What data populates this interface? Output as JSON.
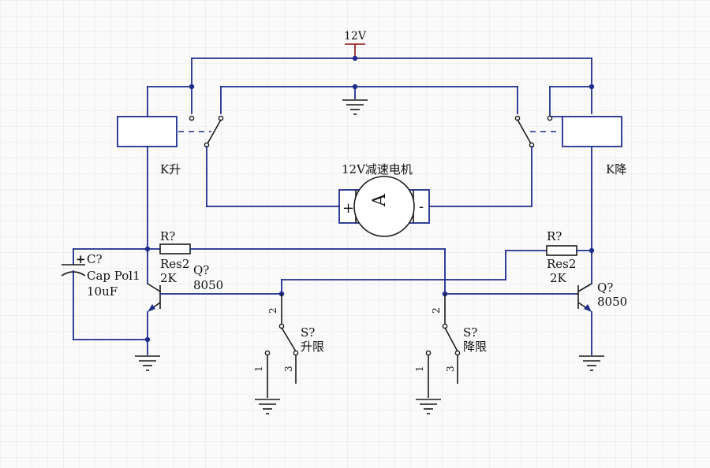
{
  "supply_label": "12V",
  "motor": {
    "title": "12V减速电机",
    "symbol": "A",
    "plus": "+",
    "minus": "-"
  },
  "relay_up": {
    "label": "K升"
  },
  "relay_down": {
    "label": "K降"
  },
  "resistor_left": {
    "ref": "R?",
    "value_name": "Res2",
    "value": "2K"
  },
  "resistor_right": {
    "ref": "R?",
    "value_name": "Res2",
    "value": "2K"
  },
  "transistor_left": {
    "ref": "Q?",
    "part": "8050"
  },
  "transistor_right": {
    "ref": "Q?",
    "part": "8050"
  },
  "capacitor": {
    "ref": "C?",
    "part": "Cap Pol1",
    "value": "10uF",
    "plus": "+"
  },
  "switch_up": {
    "ref": "S?",
    "label": "升限",
    "pin1": "1",
    "pin2": "2",
    "pin3": "3"
  },
  "switch_down": {
    "ref": "S?",
    "label": "降限",
    "pin1": "1",
    "pin2": "2",
    "pin3": "3"
  },
  "colors": {
    "wire": "#1f2d8c",
    "component": "#1a1a1a",
    "power": "#8b1010",
    "grid": "#e6e6e6",
    "background": "#fafafa"
  }
}
